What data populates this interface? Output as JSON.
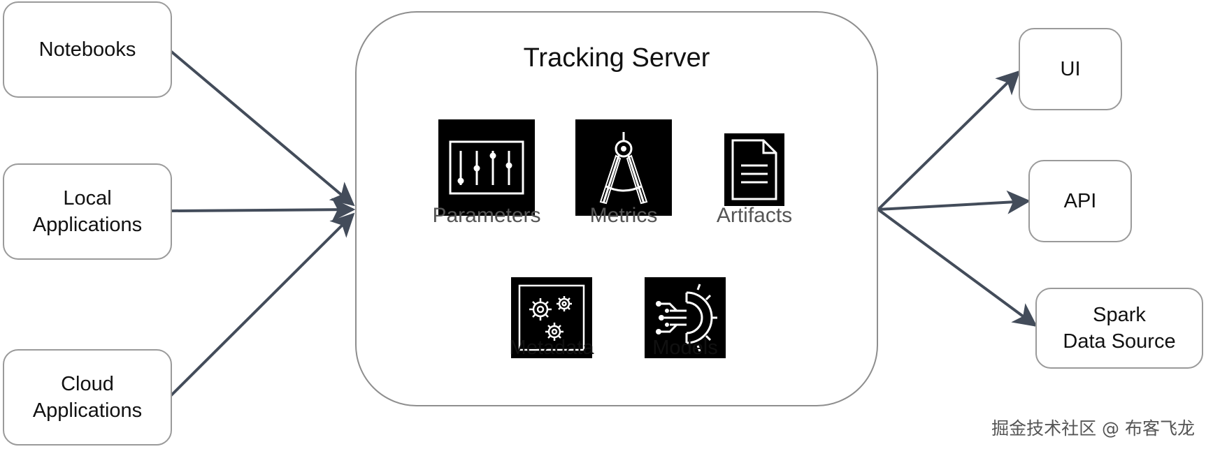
{
  "inputs": [
    {
      "label_lines": [
        "Notebooks"
      ]
    },
    {
      "label_lines": [
        "Local",
        "Applications"
      ]
    },
    {
      "label_lines": [
        "Cloud",
        "Applications"
      ]
    }
  ],
  "server": {
    "title": "Tracking Server",
    "components": {
      "parameters": {
        "label": "Parameters",
        "icon": "sliders-icon"
      },
      "metrics": {
        "label": "Metrics",
        "icon": "compass-icon"
      },
      "artifacts": {
        "label": "Artifacts",
        "icon": "document-icon"
      },
      "metadata": {
        "label": "Metadata",
        "icon": "gears-icon"
      },
      "models": {
        "label": "Models",
        "icon": "circuit-gear-icon"
      }
    }
  },
  "outputs": [
    {
      "label_lines": [
        "UI"
      ]
    },
    {
      "label_lines": [
        "API"
      ]
    },
    {
      "label_lines": [
        "Spark",
        "Data Source"
      ]
    }
  ],
  "watermark": "掘金技术社区 @ 布客飞龙",
  "colors": {
    "arrow": "#434c5a",
    "box_border": "#9a9a9a",
    "tile": "#000000"
  }
}
